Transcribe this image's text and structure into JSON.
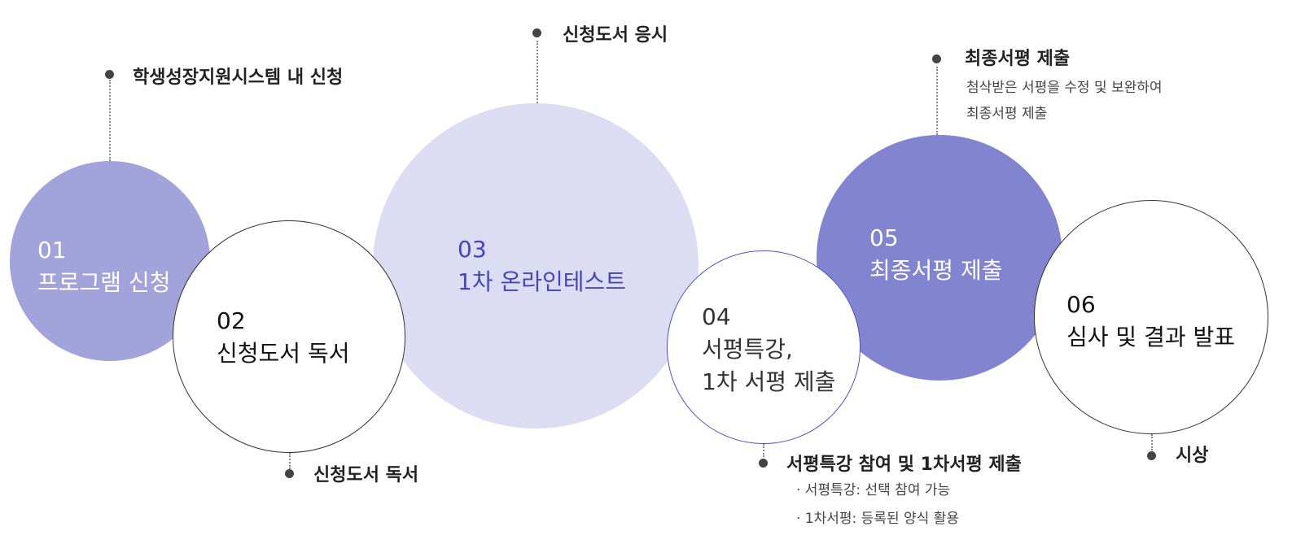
{
  "steps": [
    {
      "num": "01",
      "title": "프로그램 신청"
    },
    {
      "num": "02",
      "title": "신청도서 독서"
    },
    {
      "num": "03",
      "title": "1차 온라인테스트"
    },
    {
      "num": "04",
      "title_line1": "서평특강,",
      "title_line2": "1차 서평 제출"
    },
    {
      "num": "05",
      "title": "최종서평 제출"
    },
    {
      "num": "06",
      "title": "심사 및 결과 발표"
    }
  ],
  "notes": {
    "n1": {
      "title": "학생성장지원시스템 내 신청"
    },
    "n2": {
      "title": "신청도서 독서"
    },
    "n3": {
      "title": "신청도서 응시"
    },
    "n4": {
      "title": "서평특강 참여 및 1차서평 제출",
      "sub1": "· 서평특강: 선택 참여 가능",
      "sub2": "· 1차서평: 등록된 양식 활용"
    },
    "n5": {
      "title": "최종서평 제출",
      "sub1": "첨삭받은 서평을 수정 및 보완하여",
      "sub2": "최종서평 제출"
    },
    "n6": {
      "title": "시상"
    }
  },
  "colors": {
    "step1_fill": "#a3a3db",
    "step3_fill": "#dcdcf2",
    "step3_text": "#4547b8",
    "step4_border": "#4f53c4",
    "step5_fill": "#8284d0"
  }
}
